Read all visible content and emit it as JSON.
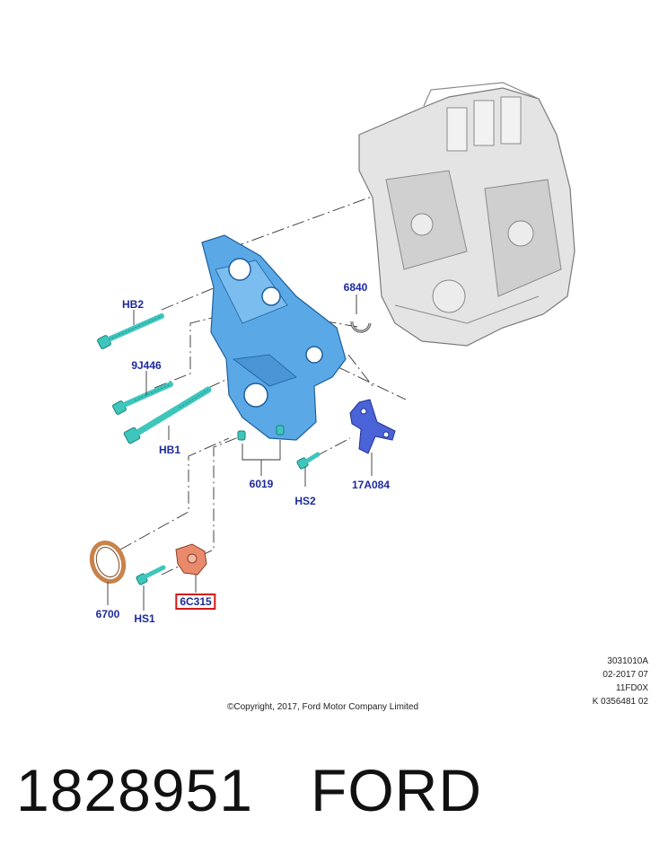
{
  "diagram": {
    "callouts": {
      "hb2": "HB2",
      "j9446": "9J446",
      "hb1": "HB1",
      "p6840": "6840",
      "p6019": "6019",
      "hs2": "HS2",
      "a17084": "17A084",
      "p6700": "6700",
      "hs1": "HS1",
      "c6315": "6C315"
    },
    "colors": {
      "cover_blue": "#5aa8e6",
      "bolt_teal": "#3ec6bd",
      "bracket_blue": "#4a63d8",
      "seal_orange": "#c8824b",
      "highlight_part": "#e98a6c",
      "callout_text": "#1c2a9c",
      "highlight_box": "#d21919",
      "engine_grey": "#d9d9d9"
    }
  },
  "meta": {
    "illustration_code": "3031010A",
    "date": "02-2017 07",
    "series": "11FD0X",
    "ref": "K 0356481 02"
  },
  "copyright": "©Copyright, 2017, Ford Motor Company Limited",
  "caption": {
    "part_number": "1828951",
    "brand": "FORD"
  }
}
